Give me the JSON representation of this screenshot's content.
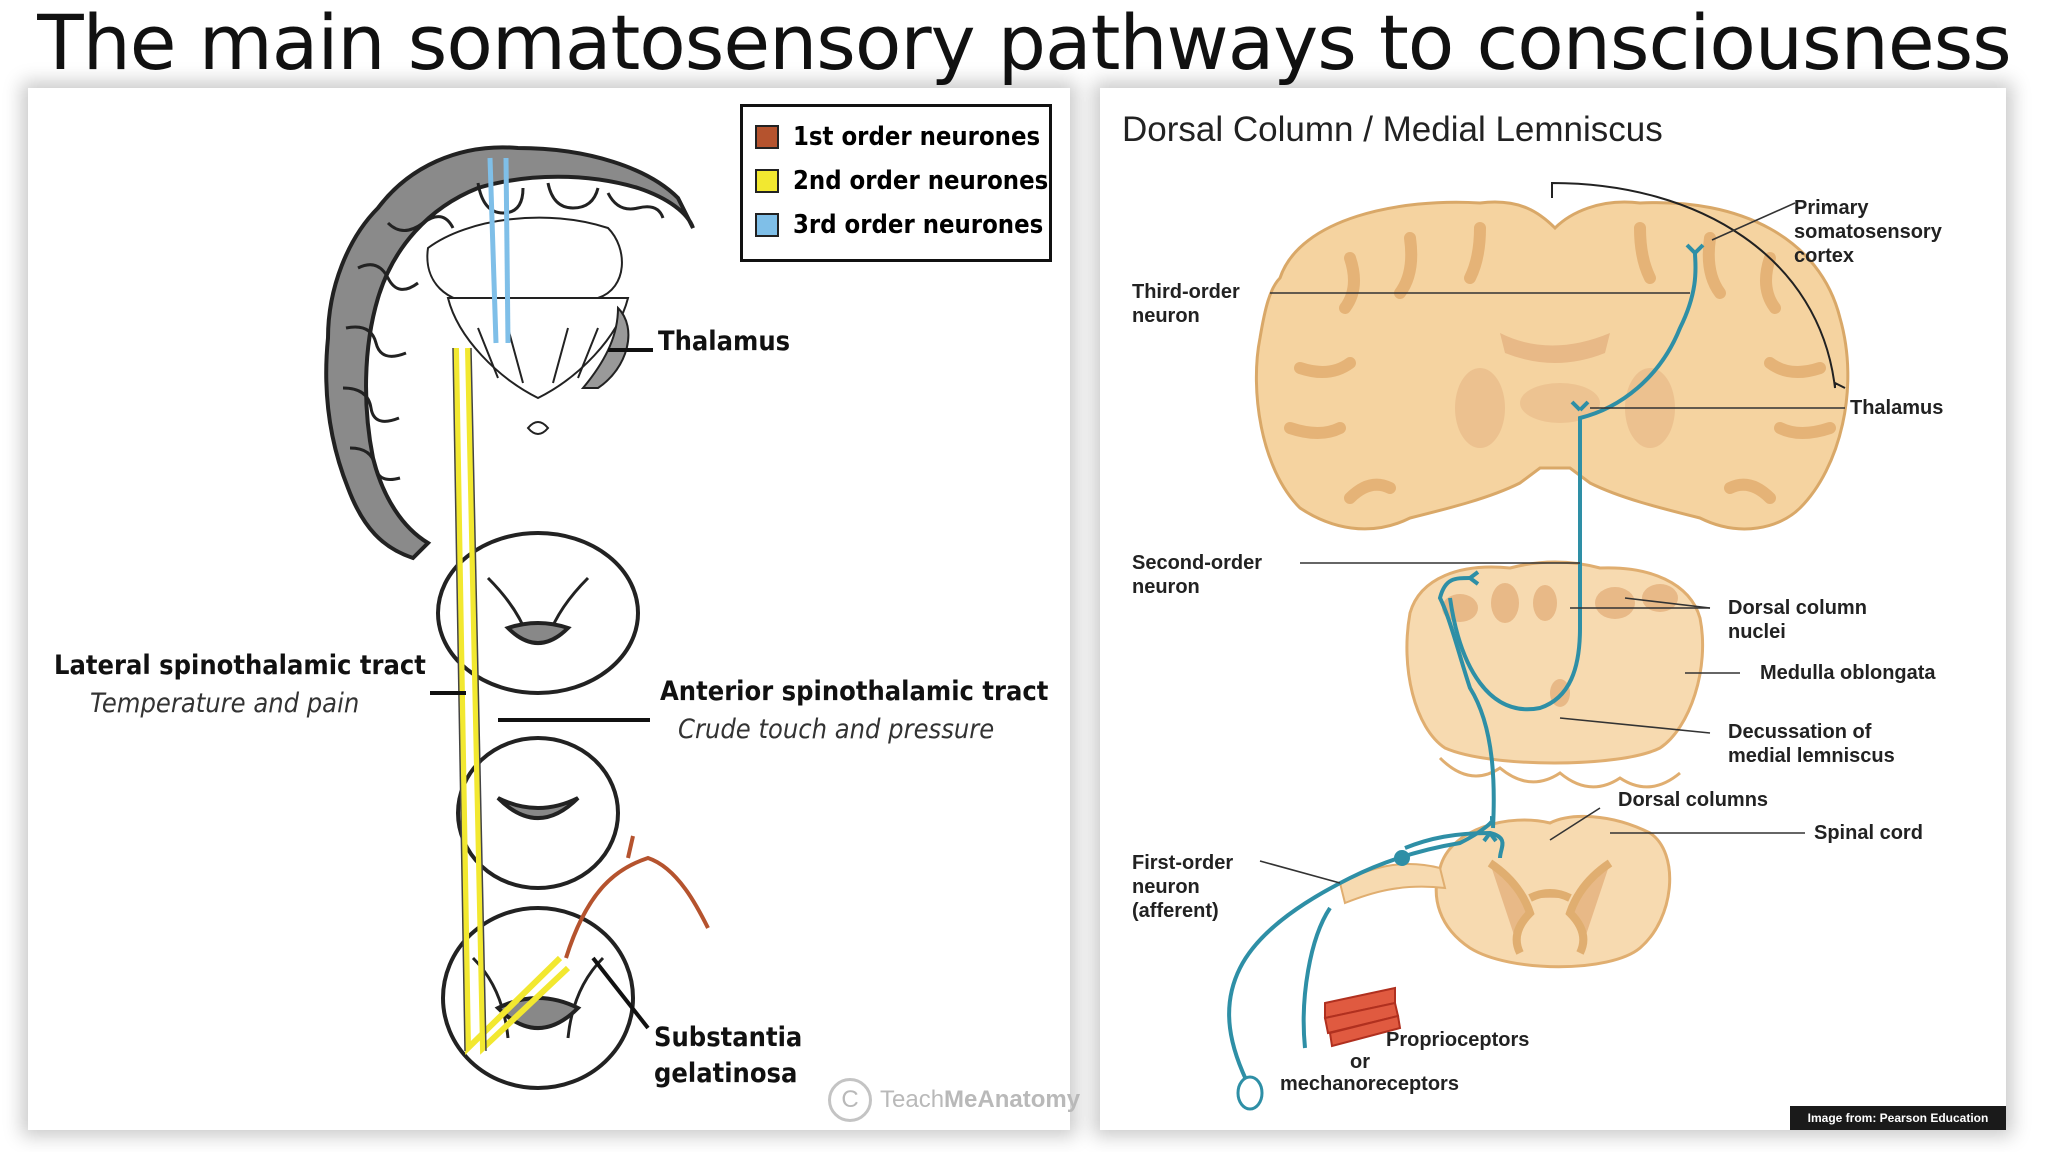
{
  "slide": {
    "title": "The main somatosensory pathways to consciousness"
  },
  "left_panel": {
    "legend": [
      {
        "label": "1st order neurones",
        "color": "#b5532e"
      },
      {
        "label": "2nd order neurones",
        "color": "#f2e830"
      },
      {
        "label": "3rd order neurones",
        "color": "#7fbfe8"
      }
    ],
    "labels": {
      "thalamus": "Thalamus",
      "lateral_tract": "Lateral spinothalamic tract",
      "lateral_tract_desc": "Temperature and pain",
      "anterior_tract": "Anterior spinothalamic tract",
      "anterior_tract_desc": "Crude touch and pressure",
      "substantia_1": "Substantia",
      "substantia_2": "gelatinosa"
    },
    "watermark": {
      "symbol": "C",
      "prefix": "Teach",
      "suffix": "MeAnatomy"
    }
  },
  "right_panel": {
    "title": "Dorsal Column / Medial Lemniscus",
    "pathway_color": "#2e8fa6",
    "tissue_color": "#f5d3a0",
    "labels": {
      "primary_1": "Primary",
      "primary_2": "somatosensory",
      "primary_3": "cortex",
      "third_1": "Third-order",
      "third_2": "neuron",
      "thalamus": "Thalamus",
      "second_1": "Second-order",
      "second_2": "neuron",
      "dcn_1": "Dorsal column",
      "dcn_2": "nuclei",
      "medulla": "Medulla oblongata",
      "decus_1": "Decussation of",
      "decus_2": "medial lemniscus",
      "dorsal_columns": "Dorsal columns",
      "spinal_cord": "Spinal cord",
      "first_1": "First-order",
      "first_2": "neuron",
      "first_3": "(afferent)",
      "prop_1": "Proprioceptors",
      "prop_2": "or",
      "prop_3": "mechanoreceptors"
    },
    "credit": "Image from: Pearson Education"
  }
}
